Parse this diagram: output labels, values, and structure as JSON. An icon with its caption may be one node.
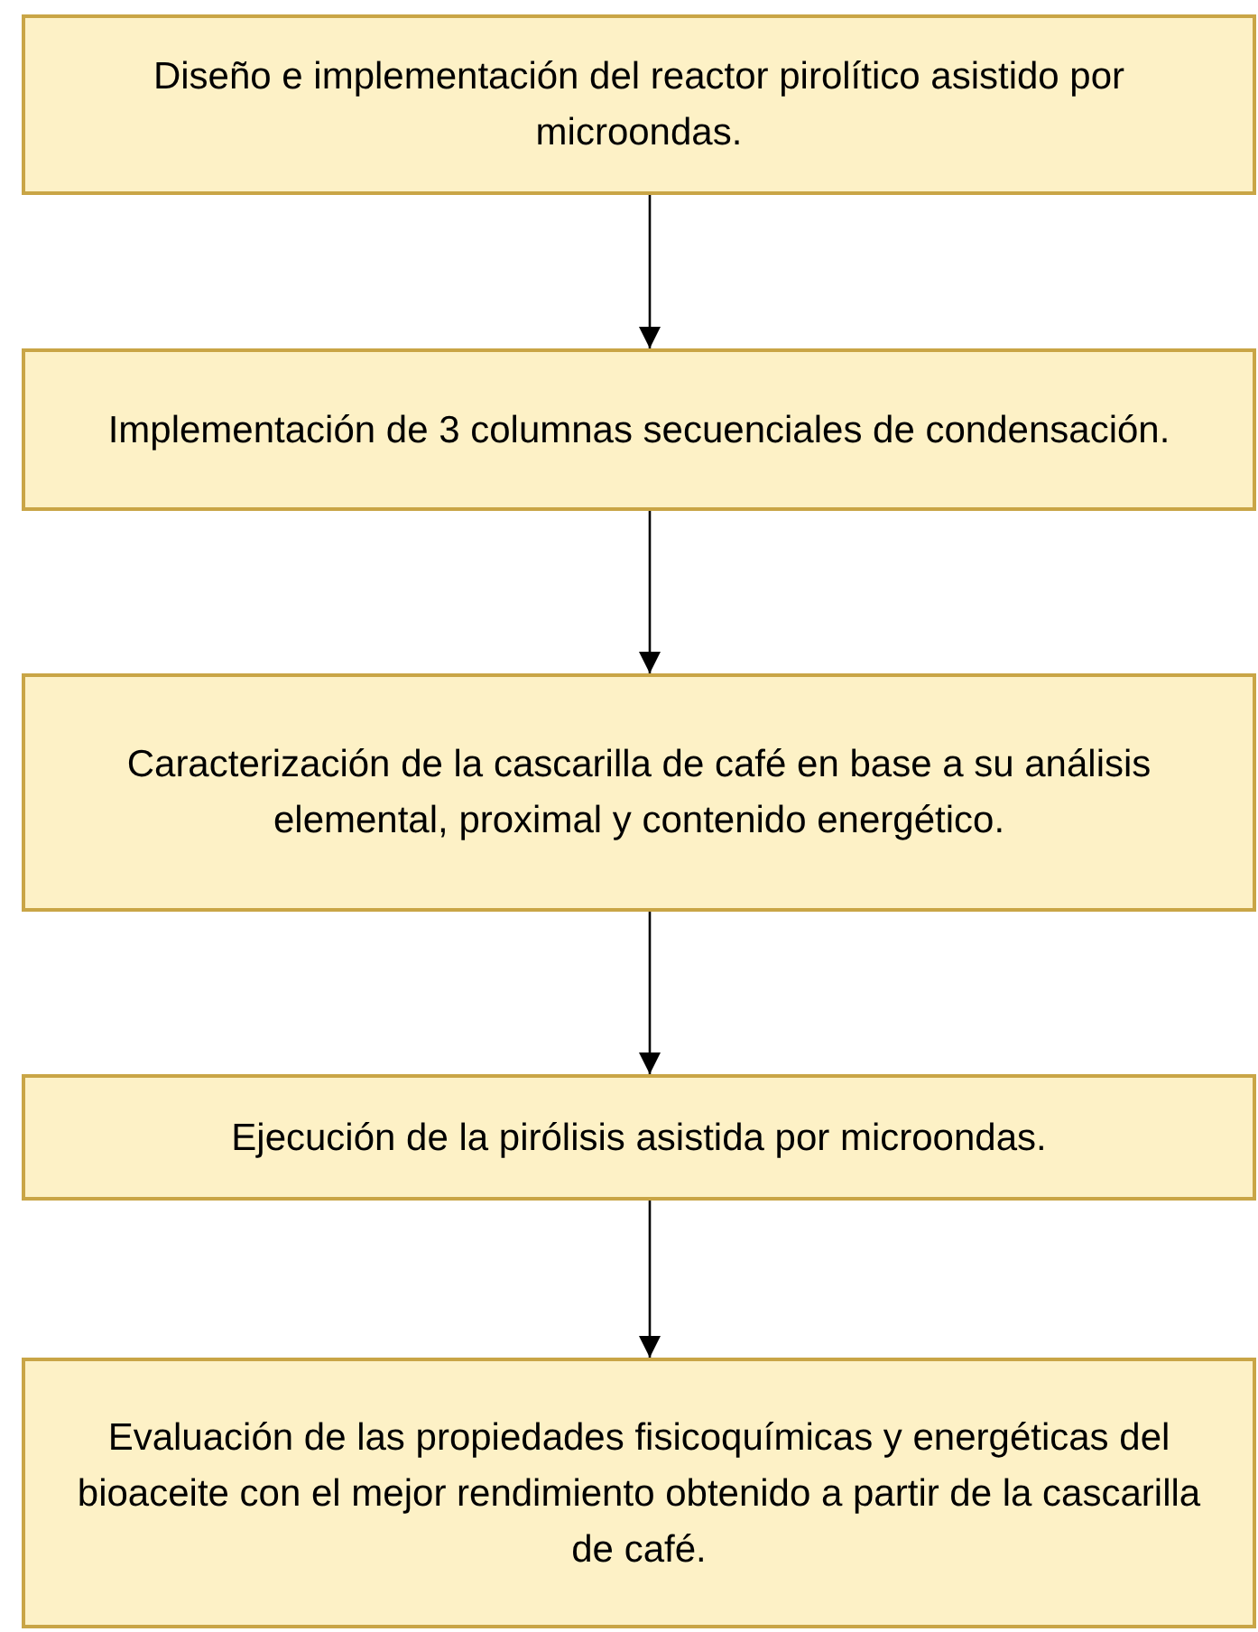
{
  "diagram": {
    "nodes": [
      {
        "text": [
          "Diseño e implementación del reactor pirolítico asistido por microondas."
        ]
      },
      {
        "text": [
          "Implementación de 3 columnas secuenciales de condensación."
        ]
      },
      {
        "text": [
          "Caracterización de la cascarilla de café en base a su análisis elemental, proximal y contenido energético."
        ]
      },
      {
        "text": [
          "Ejecución de la pirólisis asistida por microondas."
        ]
      },
      {
        "text": [
          "Evaluación de las propiedades fisicoquímicas y energéticas del bioaceite con el mejor rendimiento obtenido a partir de la cascarilla de café."
        ]
      }
    ],
    "edges": [
      {
        "from": 0,
        "to": 1,
        "arrow": "to"
      },
      {
        "from": 1,
        "to": 2,
        "arrow": "to"
      },
      {
        "from": 2,
        "to": 3,
        "arrow": "to"
      },
      {
        "from": 3,
        "to": 4,
        "arrow": "to"
      }
    ]
  }
}
